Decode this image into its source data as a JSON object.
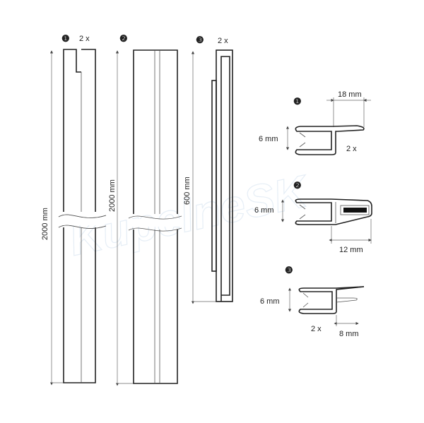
{
  "watermark": "KupelneSK",
  "profiles": [
    {
      "marker": "❶",
      "qty": "2 x",
      "length": "2000 mm"
    },
    {
      "marker": "❷",
      "length": "2000 mm"
    },
    {
      "marker": "❸",
      "qty": "2 x",
      "length": "600 mm"
    }
  ],
  "sections": [
    {
      "marker": "❶",
      "glass": "6 mm",
      "width": "18 mm",
      "qty": "2 x"
    },
    {
      "marker": "❷",
      "glass": "6 mm",
      "width": "12 mm"
    },
    {
      "marker": "❸",
      "glass": "6 mm",
      "width": "8 mm",
      "qty": "2 x"
    }
  ]
}
